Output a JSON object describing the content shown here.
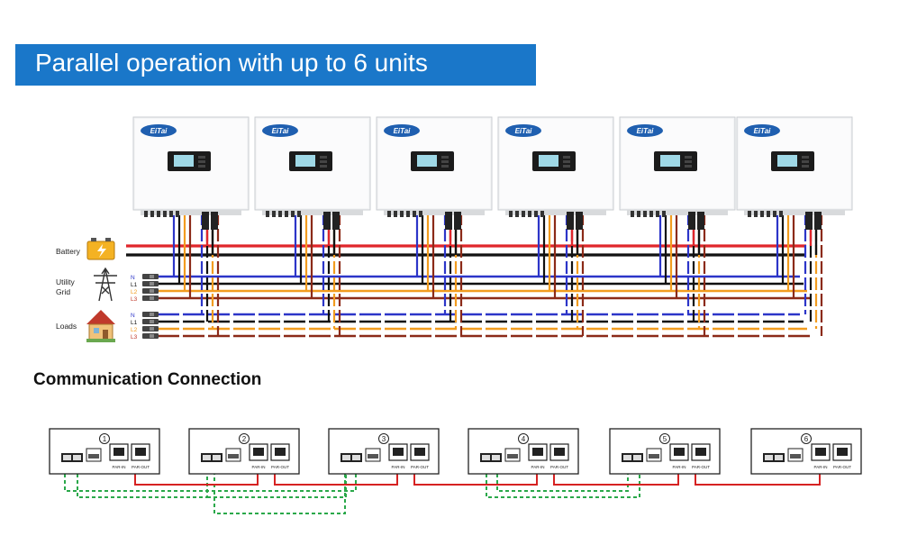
{
  "title": "Parallel operation with up to 6 units",
  "brand": "EiTai",
  "sources": {
    "battery": "Battery",
    "utility": [
      "Utility",
      "Grid"
    ],
    "loads": "Loads"
  },
  "phase_labels": [
    "N",
    "L1",
    "L2",
    "L3"
  ],
  "communication_title": "Communication Connection",
  "units": [
    "1",
    "2",
    "3",
    "4",
    "5",
    "6"
  ],
  "port_labels": {
    "par_in": "PAR-IN",
    "par_out": "PAR-OUT"
  },
  "colors": {
    "banner": "#1a77c9",
    "battery_pos": "#e0262b",
    "black": "#111111",
    "neutral": "#2c35c8",
    "l1": "#111111",
    "l2": "#f29c1f",
    "l3": "#8b2a18",
    "comm_red": "#d62222",
    "comm_green": "#2aa84a"
  }
}
